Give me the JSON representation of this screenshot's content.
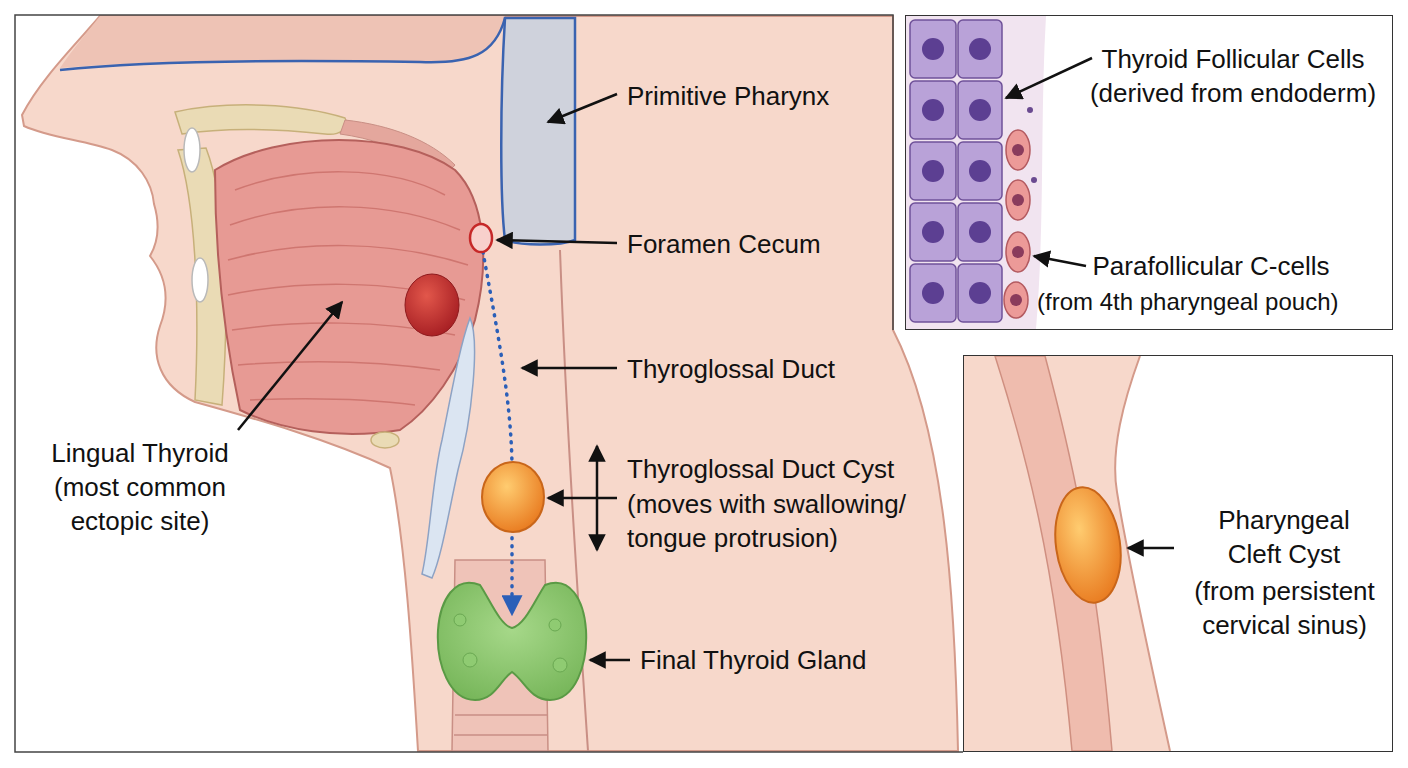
{
  "diagram": {
    "nodes": [
      {
        "text": [
          "Thyroid Follicular Cells",
          "(derived from endoderm)",
          "Parafollicular C-cells",
          "(from 4th pharyngeal pouch)"
        ]
      },
      {
        "text": [
          "Pharyngeal Cleft Cyst",
          "(from persistent cervical sinus)"
        ]
      }
    ],
    "labels": [
      "Primitive Pharynx",
      "Foramen Cecum",
      "Thyroglossal Duct",
      "Thyroglossal Duct Cyst",
      "(moves with swallowing/ tongue protrusion)",
      "Final Thyroid Gland",
      "Lingual Thyroid",
      "(most common ectopic site)"
    ]
  }
}
